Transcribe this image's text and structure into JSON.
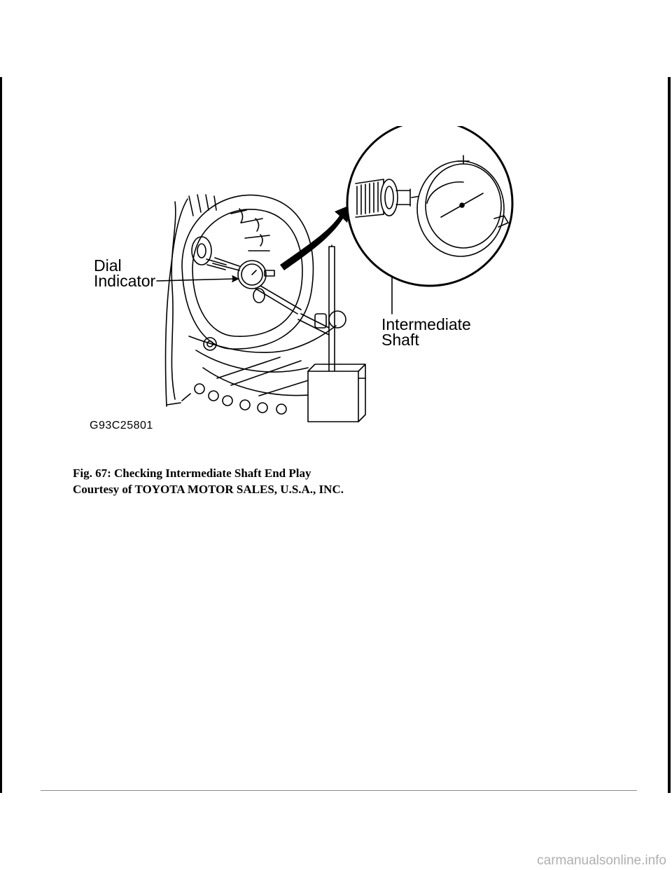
{
  "figure": {
    "label_dial_line1": "Dial",
    "label_dial_line2": "Indicator",
    "label_shaft_line1": "Intermediate",
    "label_shaft_line2": "Shaft",
    "figure_code": "G93C25801"
  },
  "caption": {
    "title": "Fig. 67: Checking Intermediate Shaft End Play",
    "courtesy": "Courtesy of TOYOTA MOTOR SALES, U.S.A., INC."
  },
  "watermark": "carmanualsonline.info"
}
